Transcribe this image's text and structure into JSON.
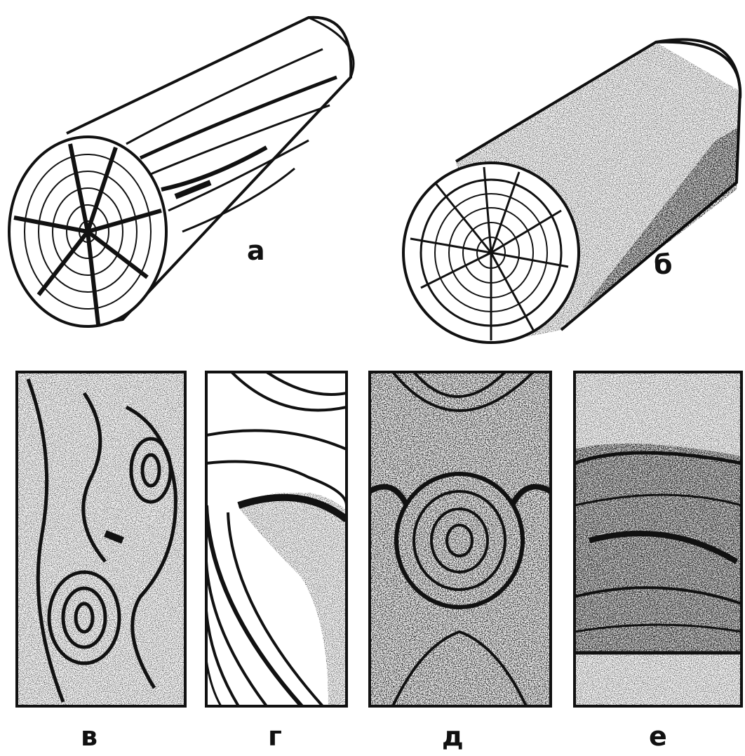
{
  "labels": {
    "a": "а",
    "b": "б",
    "v": "в",
    "g": "г",
    "d": "д",
    "e": "е"
  },
  "colors": {
    "ink": "#111111",
    "paper": "#ffffff"
  }
}
